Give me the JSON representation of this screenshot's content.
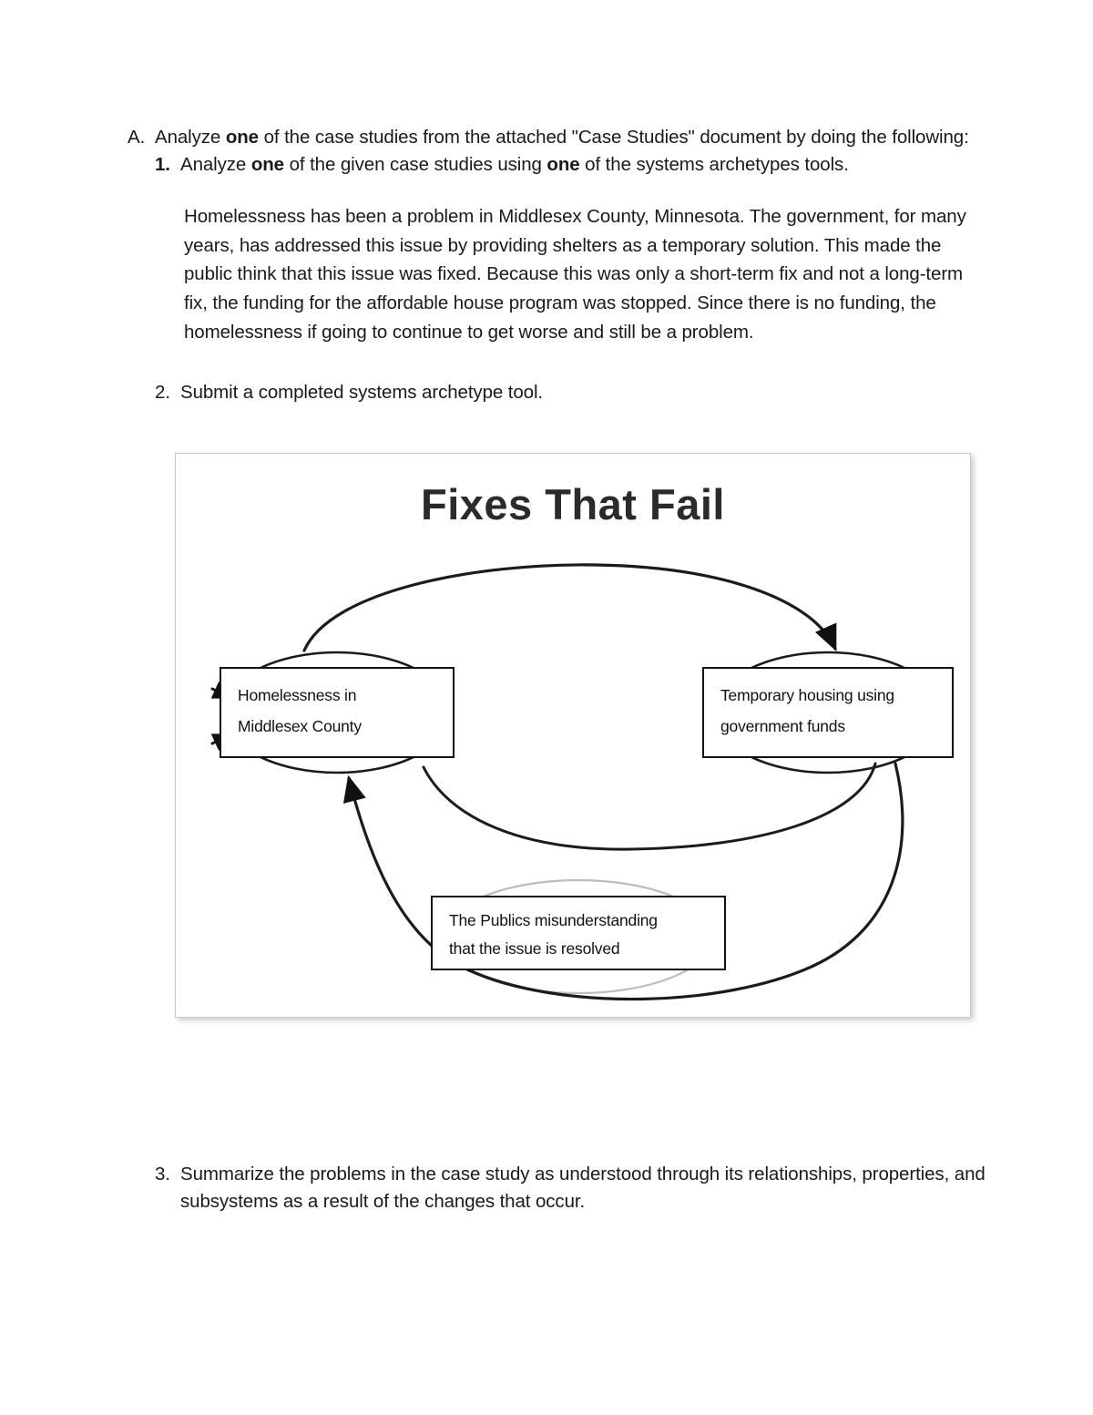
{
  "document": {
    "outline": {
      "item_a": {
        "marker": "A.",
        "text_before": "Analyze ",
        "bold_1": "one",
        "text_after": " of the case studies from the attached \"Case Studies\" document by doing the following:"
      },
      "item_1": {
        "marker": "1.",
        "text_before": "Analyze ",
        "bold_1": "one",
        "text_mid": " of the given case studies using ",
        "bold_2": "one",
        "text_after": " of the systems archetypes tools."
      },
      "paragraph": "Homelessness has been a problem in Middlesex County, Minnesota. The government, for many years, has addressed this issue by providing shelters as a temporary solution. This made the public think that this issue was fixed. Because this was only a short-term fix and not a long-term fix, the funding for the affordable house program was stopped. Since there is no funding, the homelessness if going to continue to get worse and still be a problem.",
      "item_2": {
        "marker": "2.",
        "text": "Submit a completed systems archetype tool."
      },
      "item_3": {
        "marker": "3.",
        "text": "Summarize the problems in the case study as understood through its relationships, properties, and subsystems as a result of the changes that occur."
      }
    },
    "figure": {
      "title": "Fixes That Fail",
      "nodes": [
        {
          "id": "homelessness",
          "line_1": "Homelessness in",
          "line_2": "Middlesex County"
        },
        {
          "id": "temporary-housing",
          "line_1": "Temporary housing using",
          "line_2": "government funds"
        },
        {
          "id": "public-misunderstanding",
          "line_1": "The Publics misunderstanding",
          "line_2": "that the issue is resolved"
        }
      ],
      "colors": {
        "stroke": "#111111",
        "frame_border": "#c9c9c9",
        "background": "#ffffff",
        "title": "#2b2b2b",
        "ghost_stroke": "#b9b9b9"
      },
      "diagram_type": "causal-loop-diagram"
    }
  }
}
